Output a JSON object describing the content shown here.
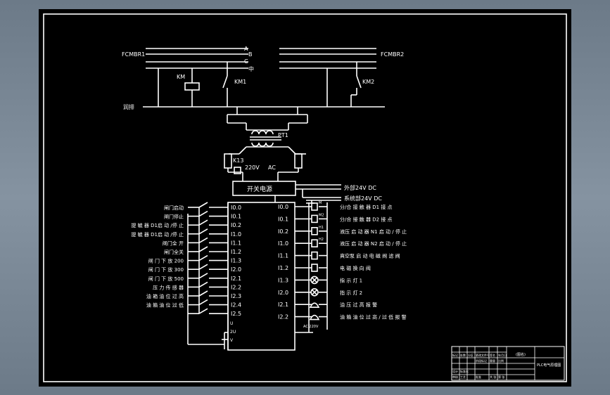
{
  "bus": {
    "left_label": "FCMBR1",
    "right_label": "FCMBR2",
    "phases": [
      "A",
      "B",
      "C",
      "中"
    ],
    "km_coil": "KM",
    "km1": "KM1",
    "km2": "KM2",
    "feeder": "润排",
    "pt": "PT1",
    "fuse": "K13",
    "supply": "220V",
    "supply_ac": "AC"
  },
  "psu": {
    "label": "开关电源",
    "ext_power": "外部24V DC",
    "int_power": "系统部24V DC"
  },
  "inputs": [
    {
      "desc": "闸门启动",
      "addr": "I0.0"
    },
    {
      "desc": "闸门停止",
      "addr": "I0.1"
    },
    {
      "desc": "提 毓 器 D1启 动 /停 止",
      "addr": "I0.2"
    },
    {
      "desc": "提 毓 器 D1启 动 /停 止",
      "addr": "I1.0"
    },
    {
      "desc": "闸门全 开",
      "addr": "I1.1"
    },
    {
      "desc": "闸门全关",
      "addr": "I1.2"
    },
    {
      "desc": "闸 门 下 放 200",
      "addr": "I1.3"
    },
    {
      "desc": "闸 门 下 放 300",
      "addr": "I2.0"
    },
    {
      "desc": "闸 门 下 放 500",
      "addr": "I2.1"
    },
    {
      "desc": "压 力 传 感 器",
      "addr": "I2.2"
    },
    {
      "desc": "油 箱 油 位 过 高",
      "addr": "I2.3"
    },
    {
      "desc": "油 箱 油 位 过 低",
      "addr": "I2.4"
    },
    {
      "desc": "",
      "addr": "I2.5"
    }
  ],
  "outputs": [
    {
      "addr": "I0.0",
      "tag": "M",
      "desc": "分/合 接 触 器 D1 接 点"
    },
    {
      "addr": "I0.1",
      "tag": "M2",
      "desc": "分/合 接 触 器 D2 接 点"
    },
    {
      "addr": "I0.2",
      "tag": "H1",
      "desc": "液压 启 动 器 N1 启 动 / 停 止"
    },
    {
      "addr": "I1.0",
      "tag": "H2",
      "desc": "液压 启 动 器 N2 启 动 / 停 止"
    },
    {
      "addr": "I1.1",
      "tag": "",
      "desc": "真空泵 启 动 电 磁 阀 滤 阀"
    },
    {
      "addr": "I1.2",
      "tag": "",
      "desc": "电 磁 换 向 阀"
    },
    {
      "addr": "I1.3",
      "tag": "",
      "desc": "指 示 灯 1"
    },
    {
      "addr": "I2.0",
      "tag": "",
      "desc": "指 示 灯 2"
    },
    {
      "addr": "I2.1",
      "tag": "",
      "desc": "油 压 过 高 报 警"
    },
    {
      "addr": "I2.2",
      "tag": "",
      "desc": "油 箱 油 位 过 高 / 过 低 报 警"
    }
  ],
  "plc_terms": [
    "U",
    "2U",
    "V"
  ],
  "ac_note": "AC 220V",
  "title_block": {
    "drawing_title": "PLC电气原理图",
    "top_cell": "(图名)",
    "cells": [
      "标记",
      "处数",
      "分区",
      "更改文件号",
      "签名",
      "年月日",
      "设计",
      "标准化",
      "阶段标记",
      "重量",
      "比例",
      "审核",
      "工艺",
      "批准",
      "共 张",
      "第 张"
    ]
  }
}
